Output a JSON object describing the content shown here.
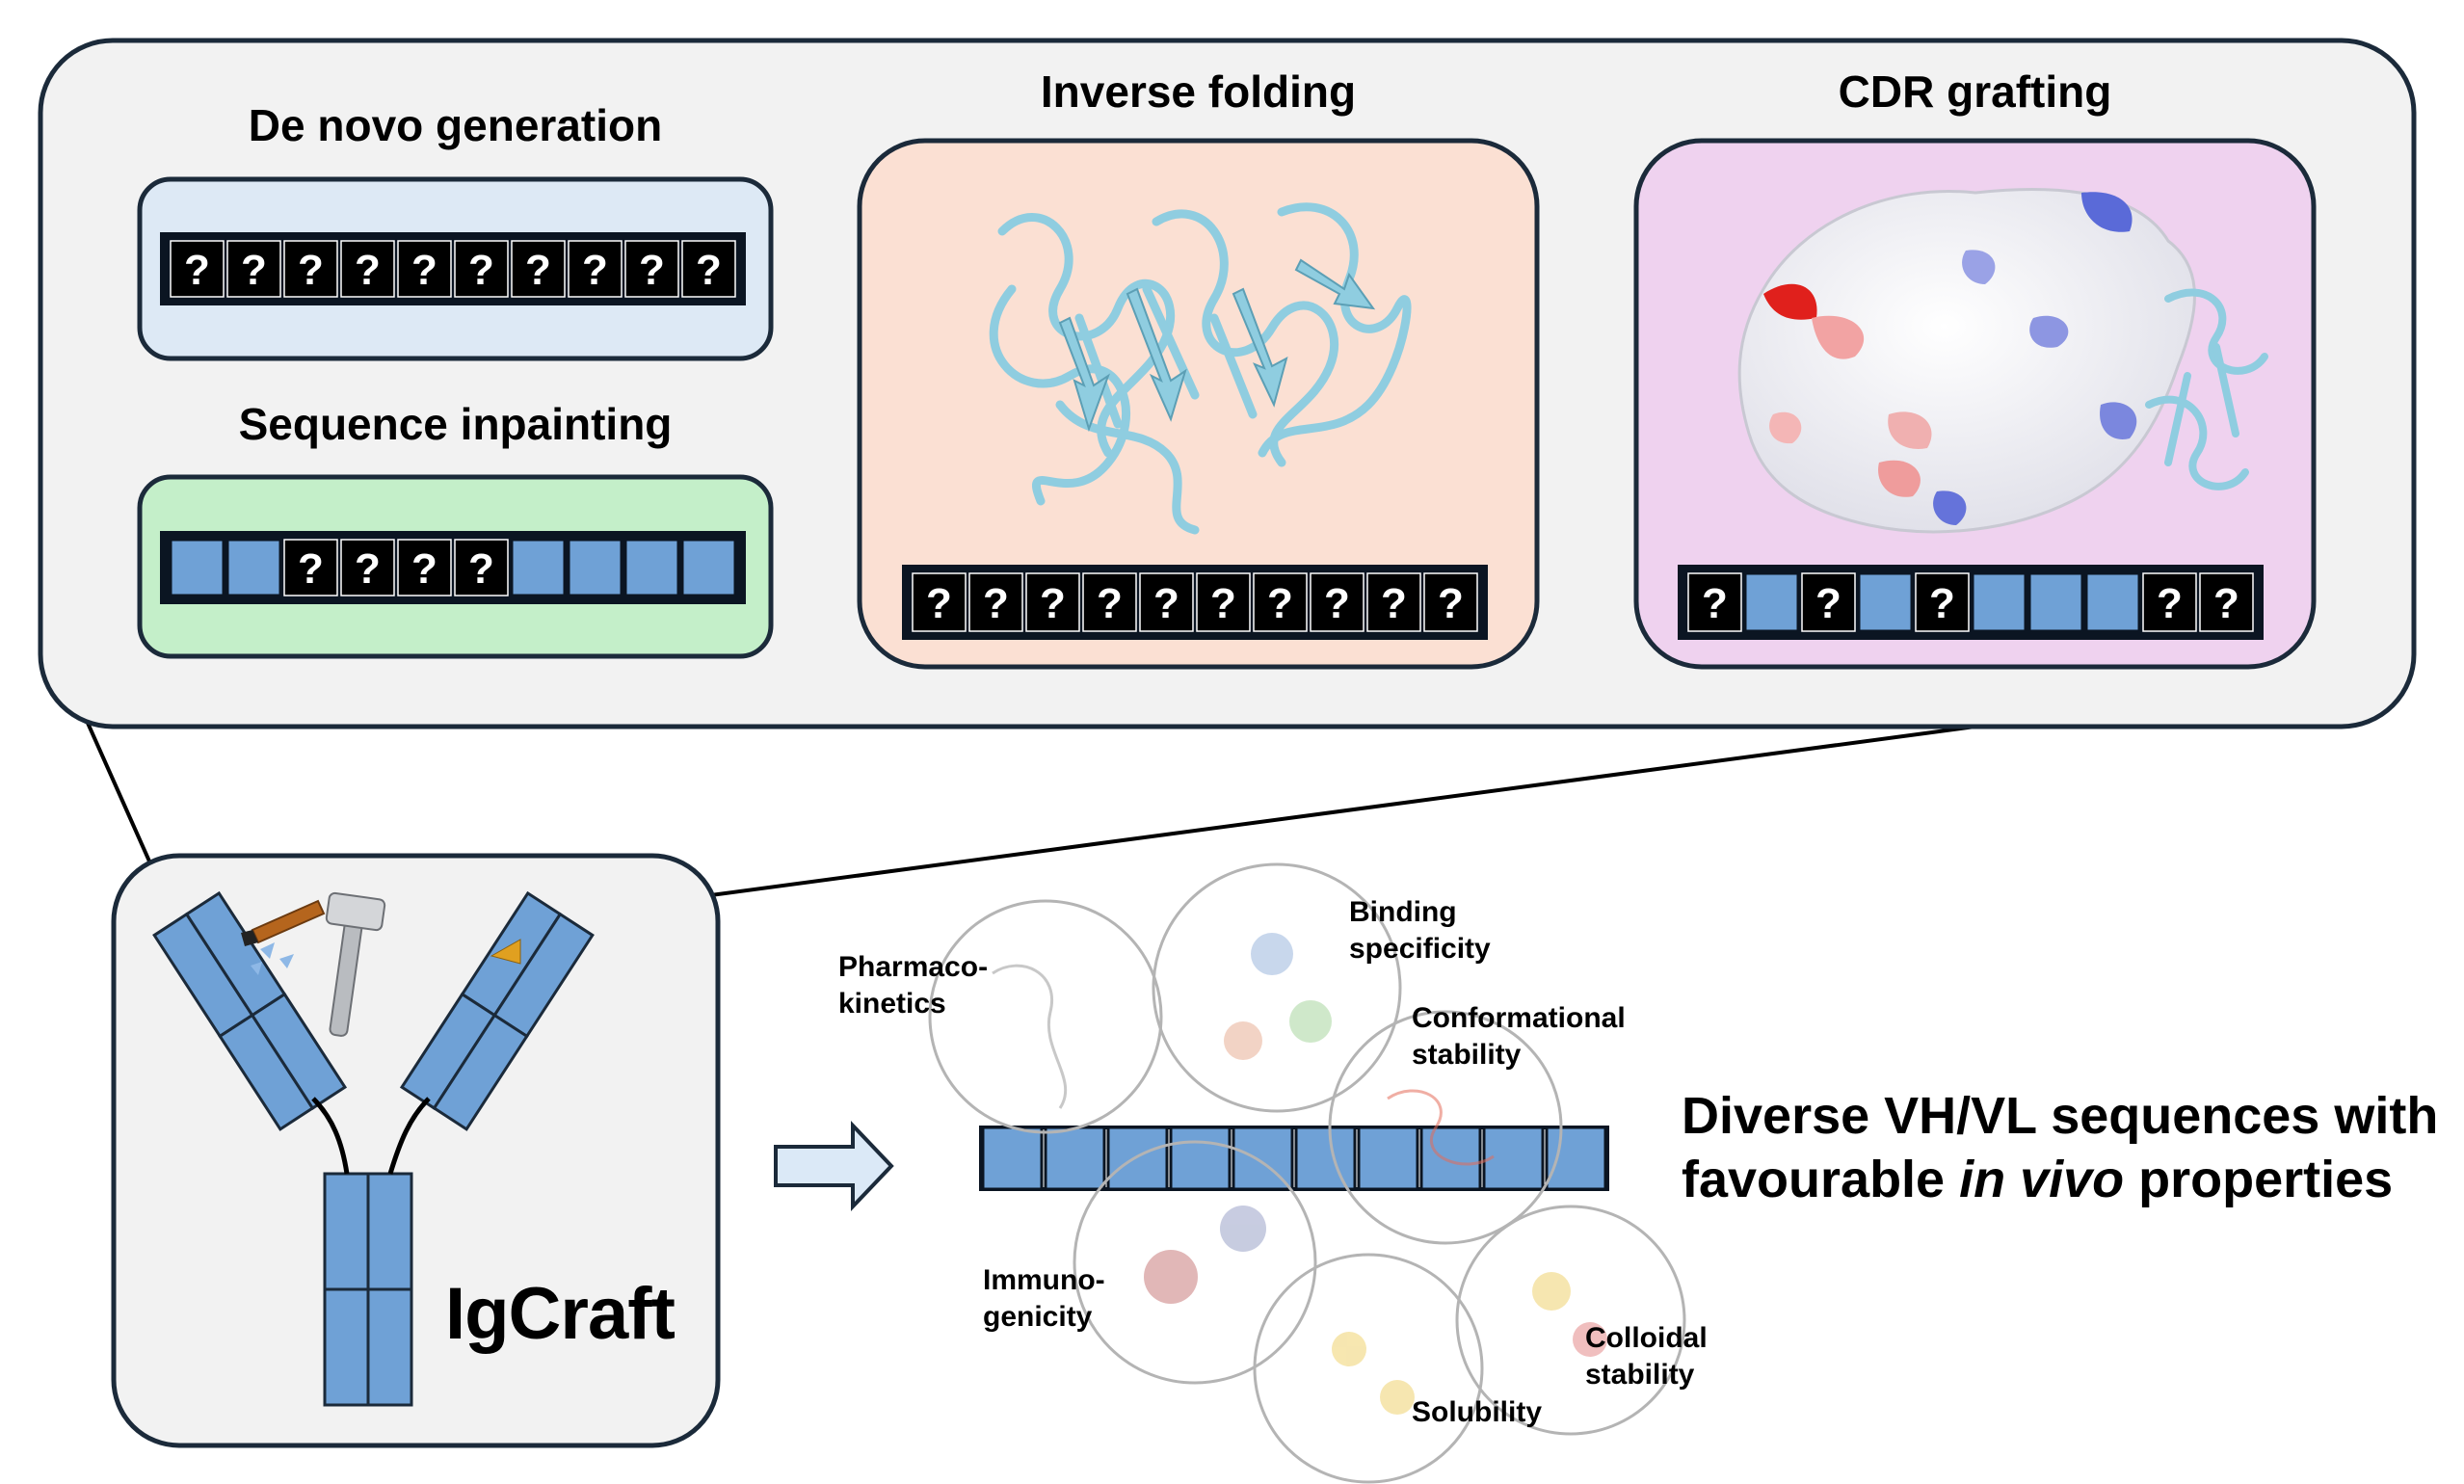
{
  "panels": {
    "de_novo": {
      "title": "De novo generation"
    },
    "inpainting": {
      "title": "Sequence inpainting"
    },
    "inverse_folding": {
      "title": "Inverse folding"
    },
    "cdr_grafting": {
      "title": "CDR grafting"
    }
  },
  "token_unknown_symbol": "?",
  "sequences": {
    "de_novo": [
      "?",
      "?",
      "?",
      "?",
      "?",
      "?",
      "?",
      "?",
      "?",
      "?"
    ],
    "inpainting": [
      "",
      "",
      "?",
      "?",
      "?",
      "?",
      "",
      "",
      "",
      ""
    ],
    "inverse_folding": [
      "?",
      "?",
      "?",
      "?",
      "?",
      "?",
      "?",
      "?",
      "?",
      "?"
    ],
    "cdr_grafting": [
      "?",
      "",
      "?",
      "",
      "?",
      "",
      "",
      "",
      "?",
      "?"
    ],
    "output": [
      "",
      "",
      "",
      "",
      "",
      "",
      "",
      "",
      "",
      ""
    ]
  },
  "brand": "IgCraft",
  "properties": [
    "Pharmaco-\nkinetics",
    "Binding\nspecificity",
    "Conformational\nstability",
    "Immuno-\ngenicity",
    "Colloidal\nstability",
    "Solubility"
  ],
  "headline": {
    "line1": "Diverse VH/VL sequences with",
    "line2_before": "favourable ",
    "line2_italic": "in vivo",
    "line2_after": " properties"
  },
  "colors": {
    "panel_bg": "#f2f2f2",
    "panel_stroke": "#1b2a3a",
    "de_novo_bg": "#dde9f5",
    "inpainting_bg": "#c4efc9",
    "inverse_folding_bg": "#fbe0d3",
    "cdr_grafting_bg": "#efd2ef",
    "token_known": "#6fa1d6",
    "token_unknown": "#000000",
    "protein_ribbon": "#8fcde0",
    "arrow_fill": "#dbe9f7"
  }
}
